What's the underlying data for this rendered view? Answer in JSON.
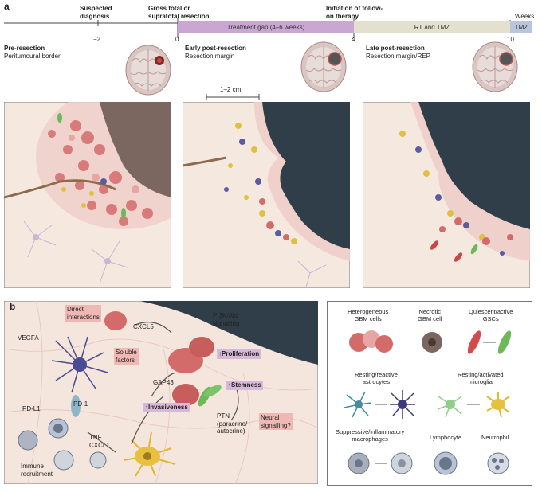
{
  "panel_a": {
    "letter": "a",
    "weeks_label": "Weeks",
    "events": {
      "suspected": "Suspected\ndiagnosis",
      "resection": "Gross total or\nsupratotal resection",
      "followon": "Initiation of follow-\non therapy"
    },
    "ticks": [
      "−2",
      "0",
      "4",
      "10"
    ],
    "bars": {
      "gap": "Treatment gap (4–6 weeks)",
      "rt": "RT and TMZ",
      "tmz": "TMZ"
    },
    "stages": [
      {
        "title": "Pre-resection",
        "subtitle": "Peritumoural border"
      },
      {
        "title": "Early post-resection",
        "subtitle": "Resection margin"
      },
      {
        "title": "Late post-resection",
        "subtitle": "Resection margin/REP"
      }
    ],
    "scale": "1–2 cm"
  },
  "panel_b": {
    "letter": "b",
    "labels": {
      "direct": "Direct\ninteractions",
      "vegfa": "VEGFA",
      "cxcl5": "CXCL5",
      "pi3k": "PI3K/Akt\nsignalling",
      "soluble": "Soluble\nfactors",
      "proliferation": "↑Proliferation",
      "gap43": "GAP43",
      "stemness": "↑Stemness",
      "pd1": "PD-1",
      "pdl1": "PD-L1",
      "invasiveness": "↑Invasiveness",
      "ptn": "PTN\n(paracrine/\nautocrine)",
      "neural": "Neural\nsignalling?",
      "tnf": "TNF\nCXCL1",
      "immune": "Immune\nrecruitment"
    }
  },
  "legend": {
    "items": [
      "Heterogeneous\nGBM cells",
      "Necrotic\nGBM cell",
      "Quiescent/active\nGSCs",
      "Resting/reactive\nastrocytes",
      "Resting/activated\nmicroglia",
      "Suppressive/inflammatory\nmacrophages",
      "Lymphocyte",
      "Neutrophil"
    ]
  }
}
